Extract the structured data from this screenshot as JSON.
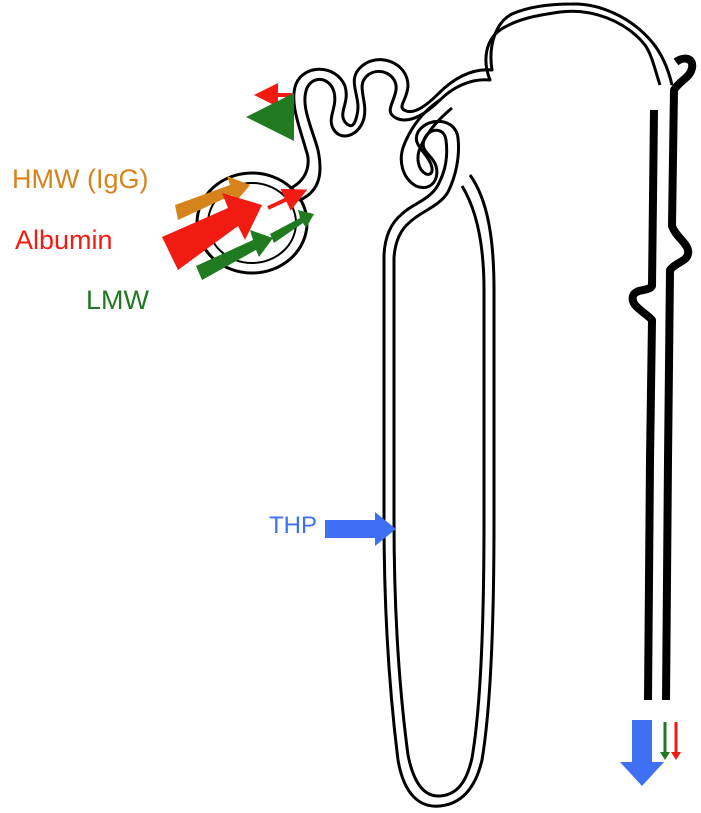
{
  "labels": {
    "hmw": "HMW (IgG)",
    "albumin": "Albumin",
    "lmw": "LMW",
    "thp": "THP"
  },
  "colors": {
    "hmw": "#d5831a",
    "albumin": "#f21b12",
    "lmw": "#1f7a20",
    "thp": "#3f6ff2",
    "outline": "#000000"
  }
}
